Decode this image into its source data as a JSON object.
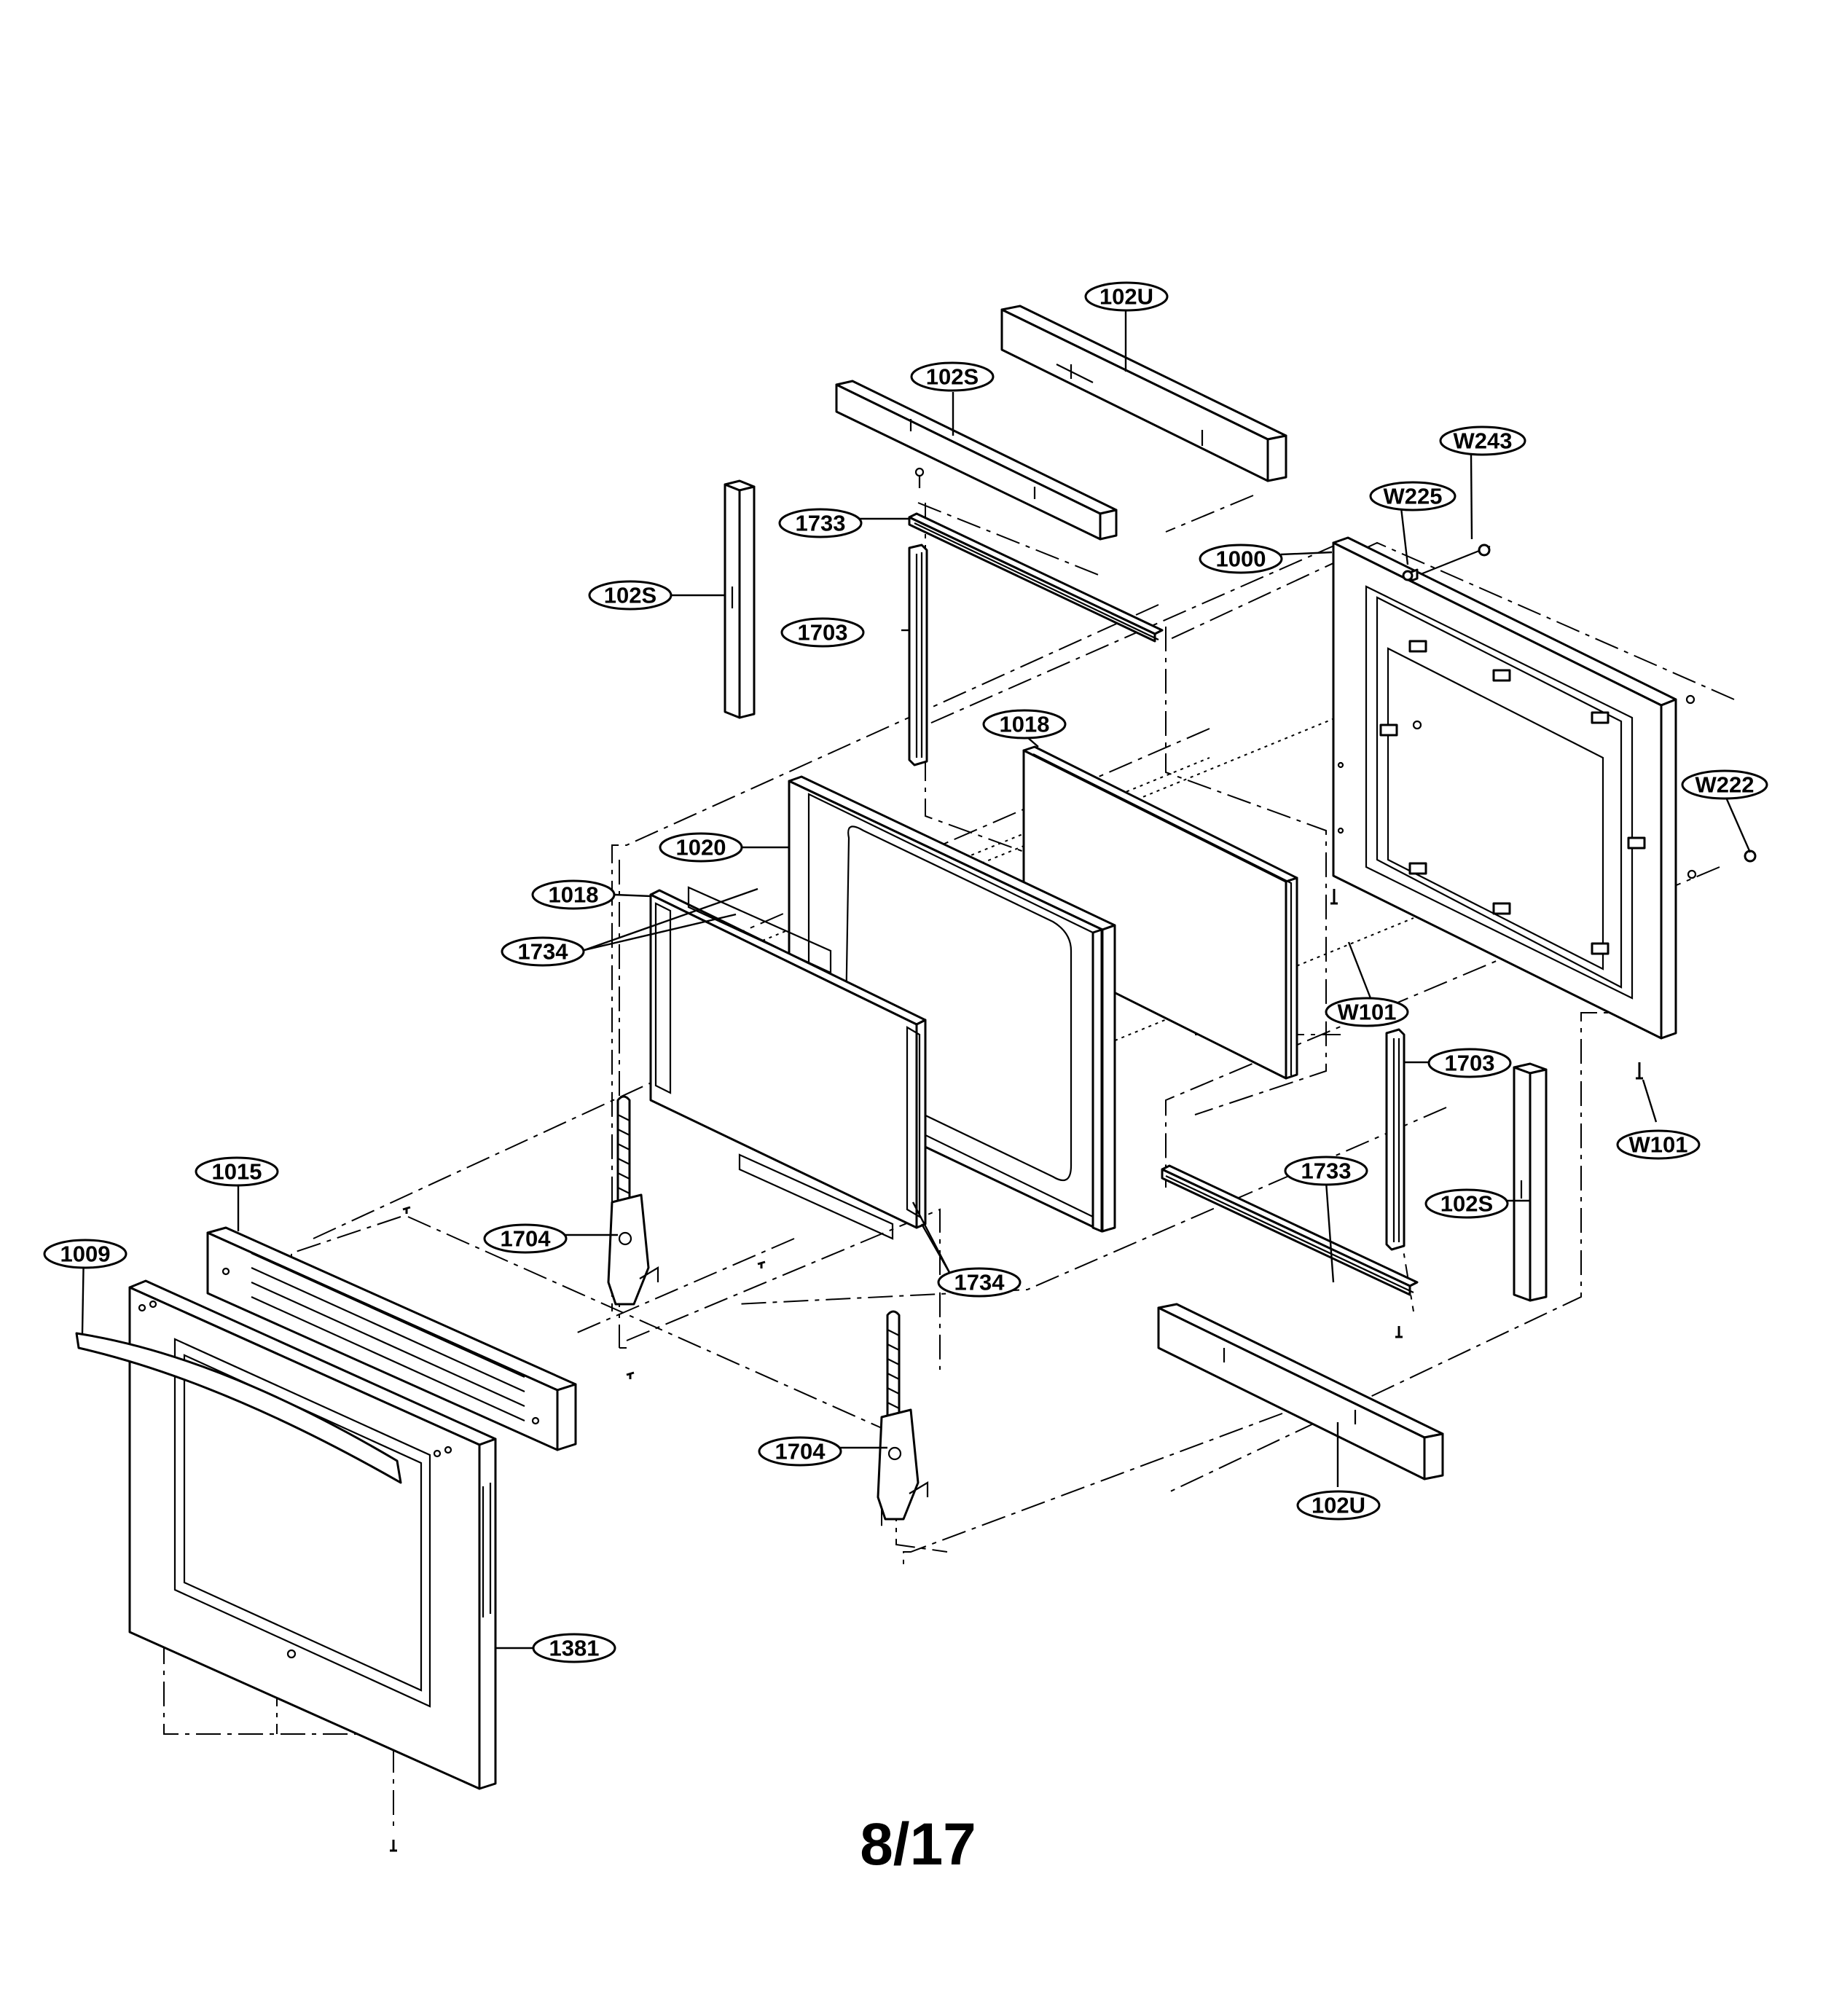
{
  "page": {
    "number": "8/17"
  },
  "callouts": [
    {
      "id": "c-102U-top",
      "label": "102U"
    },
    {
      "id": "c-102S-top",
      "label": "102S"
    },
    {
      "id": "c-W243",
      "label": "W243"
    },
    {
      "id": "c-W225",
      "label": "W225"
    },
    {
      "id": "c-1733-top",
      "label": "1733"
    },
    {
      "id": "c-1000",
      "label": "1000"
    },
    {
      "id": "c-102S-left",
      "label": "102S"
    },
    {
      "id": "c-1703-top",
      "label": "1703"
    },
    {
      "id": "c-1018-right",
      "label": "1018"
    },
    {
      "id": "c-W222",
      "label": "W222"
    },
    {
      "id": "c-1020",
      "label": "1020"
    },
    {
      "id": "c-1018-left",
      "label": "1018"
    },
    {
      "id": "c-1734-top",
      "label": "1734"
    },
    {
      "id": "c-W101-top",
      "label": "W101"
    },
    {
      "id": "c-1703-bottom",
      "label": "1703"
    },
    {
      "id": "c-W101-bottom",
      "label": "W101"
    },
    {
      "id": "c-1015",
      "label": "1015"
    },
    {
      "id": "c-1733-bottom",
      "label": "1733"
    },
    {
      "id": "c-102S-right",
      "label": "102S"
    },
    {
      "id": "c-1009",
      "label": "1009"
    },
    {
      "id": "c-1704-top",
      "label": "1704"
    },
    {
      "id": "c-1734-bottom",
      "label": "1734"
    },
    {
      "id": "c-1704-bottom",
      "label": "1704"
    },
    {
      "id": "c-102U-bottom",
      "label": "102U"
    },
    {
      "id": "c-1381",
      "label": "1381"
    }
  ]
}
